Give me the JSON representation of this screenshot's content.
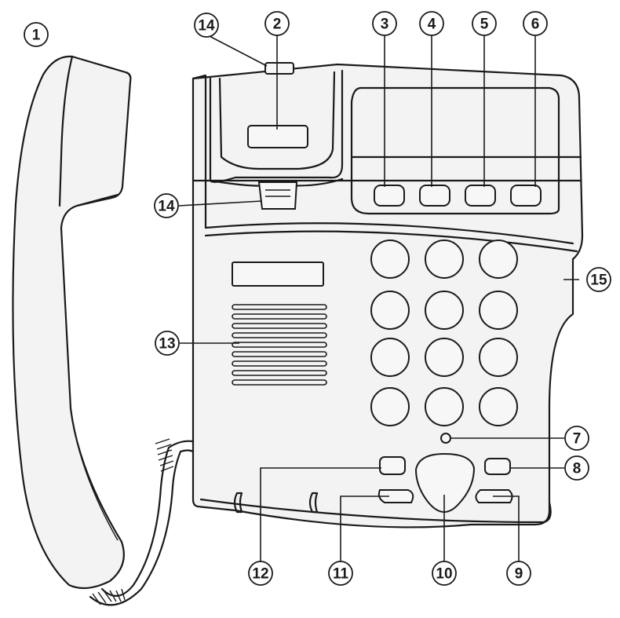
{
  "callouts": [
    {
      "id": "c1",
      "label": "1"
    },
    {
      "id": "c2",
      "label": "2"
    },
    {
      "id": "c3",
      "label": "3"
    },
    {
      "id": "c4",
      "label": "4"
    },
    {
      "id": "c5",
      "label": "5"
    },
    {
      "id": "c6",
      "label": "6"
    },
    {
      "id": "c7",
      "label": "7"
    },
    {
      "id": "c8",
      "label": "8"
    },
    {
      "id": "c9",
      "label": "9"
    },
    {
      "id": "c10",
      "label": "10"
    },
    {
      "id": "c11",
      "label": "11"
    },
    {
      "id": "c12",
      "label": "12"
    },
    {
      "id": "c13",
      "label": "13"
    },
    {
      "id": "c14a",
      "label": "14"
    },
    {
      "id": "c14b",
      "label": "14"
    },
    {
      "id": "c15",
      "label": "15"
    }
  ],
  "colors": {
    "line": "#1a1a1a",
    "fill": "#f3f3f3",
    "background": "#ffffff"
  }
}
